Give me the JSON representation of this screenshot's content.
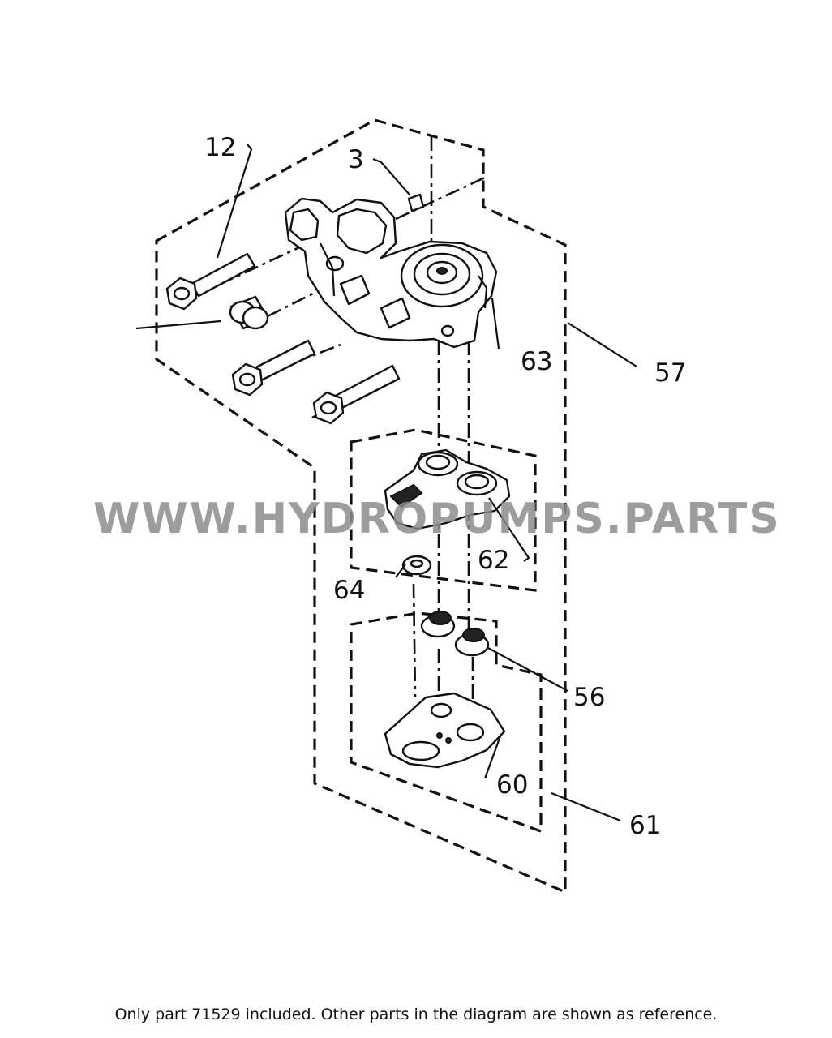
{
  "callouts": {
    "c12": "12",
    "c3": "3",
    "c63": "63",
    "c57": "57",
    "c62": "62",
    "c64": "64",
    "c56": "56",
    "c60": "60",
    "c61": "61"
  },
  "watermark": "WWW.HYDROPUMPS.PARTS",
  "footnote": "Only part 71529 included. Other parts in the diagram are shown as reference."
}
